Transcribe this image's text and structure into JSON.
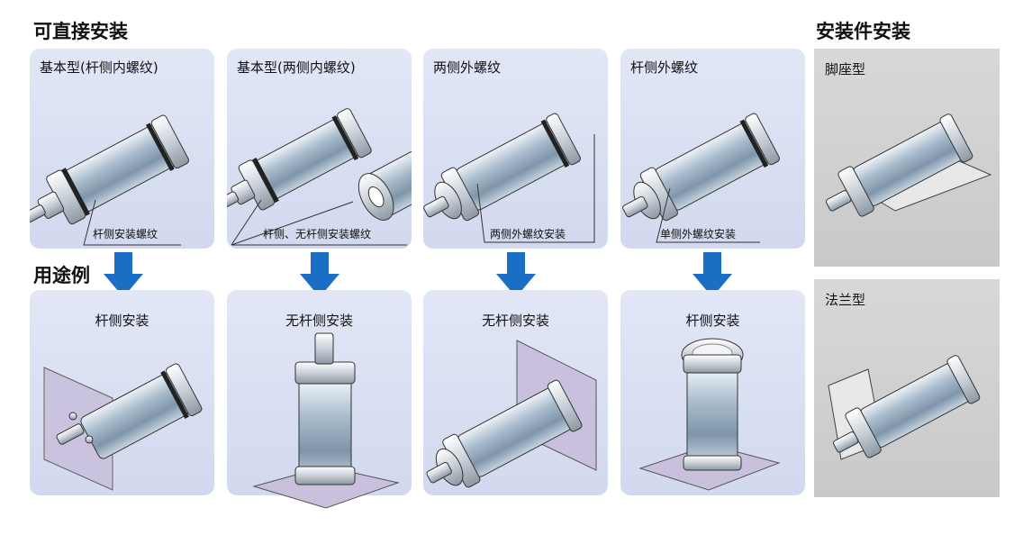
{
  "headings": {
    "direct_mount": "可直接安装",
    "mount_accessory": "安装件安装",
    "application_example": "用途例"
  },
  "top_cards": [
    {
      "label": "基本型(杆侧内螺纹)",
      "callout": "杆侧安装螺纹"
    },
    {
      "label": "基本型(两侧内螺纹)",
      "callout": "杆侧、无杆侧安装螺纹"
    },
    {
      "label": "两侧外螺纹",
      "callout": "两侧外螺纹安装"
    },
    {
      "label": "杆侧外螺纹",
      "callout": "单侧外螺纹安装"
    }
  ],
  "bottom_cards": [
    {
      "label": "杆侧安装"
    },
    {
      "label": "无杆侧安装"
    },
    {
      "label": "无杆侧安装"
    },
    {
      "label": "杆侧安装"
    }
  ],
  "accessory_cards": [
    {
      "label": "脚座型"
    },
    {
      "label": "法兰型"
    }
  ],
  "colors": {
    "arrow": "#1a6fc4",
    "card": "#d8ddf1",
    "accessory_card": "#cfcfcf",
    "plate": "#c9c0dd"
  }
}
